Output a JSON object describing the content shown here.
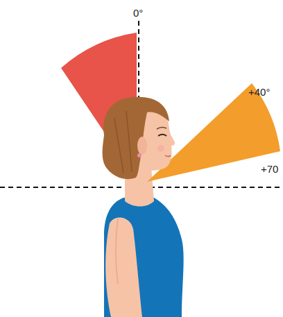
{
  "diagram": {
    "labels": [
      "0°",
      "+40°",
      "+70"
    ]
  }
}
